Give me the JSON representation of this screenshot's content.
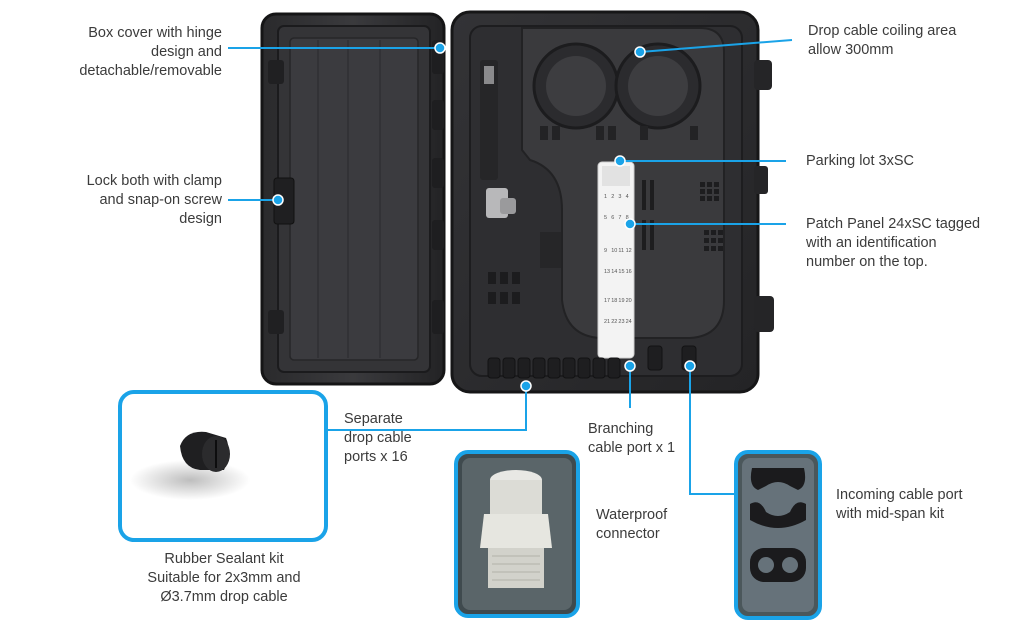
{
  "colors": {
    "accent": "#1aa3e8",
    "body": "#2b2b2d",
    "body_dark": "#1c1c1e",
    "tray": "#3a3a3c",
    "text": "#3b3b3b"
  },
  "labels": {
    "box_cover": [
      "Box cover with hinge",
      "design and",
      "detachable/removable"
    ],
    "lock": [
      "Lock both with clamp",
      "and snap-on screw",
      "design"
    ],
    "coiling": [
      "Drop cable coiling area",
      "allow 300mm"
    ],
    "parking": [
      "Parking lot 3xSC"
    ],
    "patch_panel": [
      "Patch Panel 24xSC tagged",
      "with an identification",
      "number on the top."
    ],
    "drop_ports": [
      "Separate",
      "drop cable",
      "ports  x 16"
    ],
    "branching": [
      "Branching",
      "cable port x 1"
    ],
    "waterproof": [
      "Waterproof",
      "connector"
    ],
    "incoming": [
      "Incoming cable port",
      "with mid-span kit"
    ],
    "sealant": [
      "Rubber Sealant kit",
      "Suitable for 2x3mm and",
      "Ø3.7mm drop cable"
    ]
  },
  "panel_tag_numbers": [
    "1",
    "2",
    "3",
    "4",
    "5",
    "6",
    "7",
    "8",
    "9",
    "10",
    "11",
    "12",
    "13",
    "14",
    "15",
    "16",
    "17",
    "18",
    "19",
    "20",
    "21",
    "22",
    "23",
    "24"
  ],
  "icons": [
    "closure-box-illustration",
    "rubber-sealant-icon",
    "waterproof-connector-icon",
    "mid-span-kit-icon"
  ]
}
